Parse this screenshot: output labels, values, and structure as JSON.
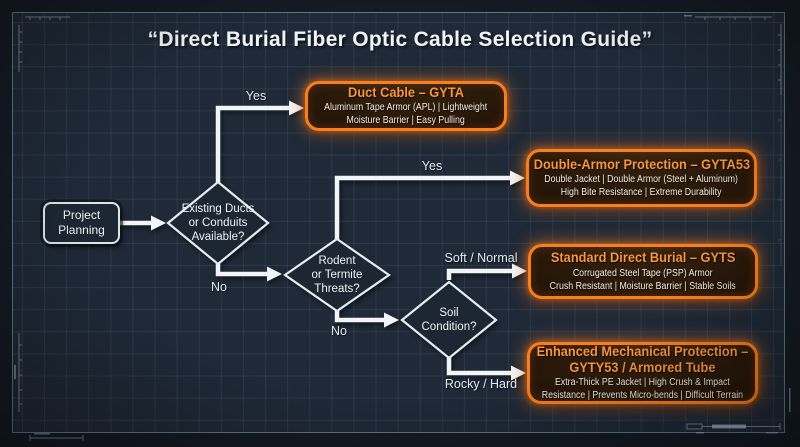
{
  "title": "“Direct Burial Fiber Optic Cable Selection Guide”",
  "colors": {
    "accent_orange": "#f87f1e",
    "result_title_orange": "#f7943d",
    "line_white": "#f2f5f8",
    "sheet_background": "#1f2937",
    "node_fill": "#1d2734"
  },
  "nodes": {
    "start": {
      "label": "Project\nPlanning"
    },
    "decision_ducts": {
      "label": "Existing Ducts\nor Conduits\nAvailable?"
    },
    "decision_rodent": {
      "label": "Rodent\nor Termite\nThreats?"
    },
    "decision_soil": {
      "label": "Soil\nCondition?"
    },
    "result_gyta": {
      "title": "Duct Cable – GYTA",
      "desc": "Aluminum Tape Armor (APL) | Lightweight\nMoisture Barrier | Easy Pulling"
    },
    "result_gyta53": {
      "title": "Double-Armor Protection – GYTA53",
      "desc": "Double Jacket | Double Armor (Steel + Aluminum)\nHigh Bite Resistance | Extreme Durability"
    },
    "result_gyts": {
      "title": "Standard Direct Burial – GYTS",
      "desc": "Corrugated Steel Tape (PSP) Armor\nCrush Resistant | Moisture Barrier | Stable Soils"
    },
    "result_gyty53": {
      "title": "Enhanced Mechanical Protection –\nGYTY53 / Armored Tube",
      "desc": "Extra-Thick PE Jacket | High Crush & Impact\nResistance | Prevents Micro-bends | Difficult Terrain"
    }
  },
  "edge_labels": {
    "ducts_yes": "Yes",
    "ducts_no": "No",
    "rodent_yes": "Yes",
    "rodent_no": "No",
    "soil_soft": "Soft / Normal",
    "soil_rocky": "Rocky / Hard"
  }
}
